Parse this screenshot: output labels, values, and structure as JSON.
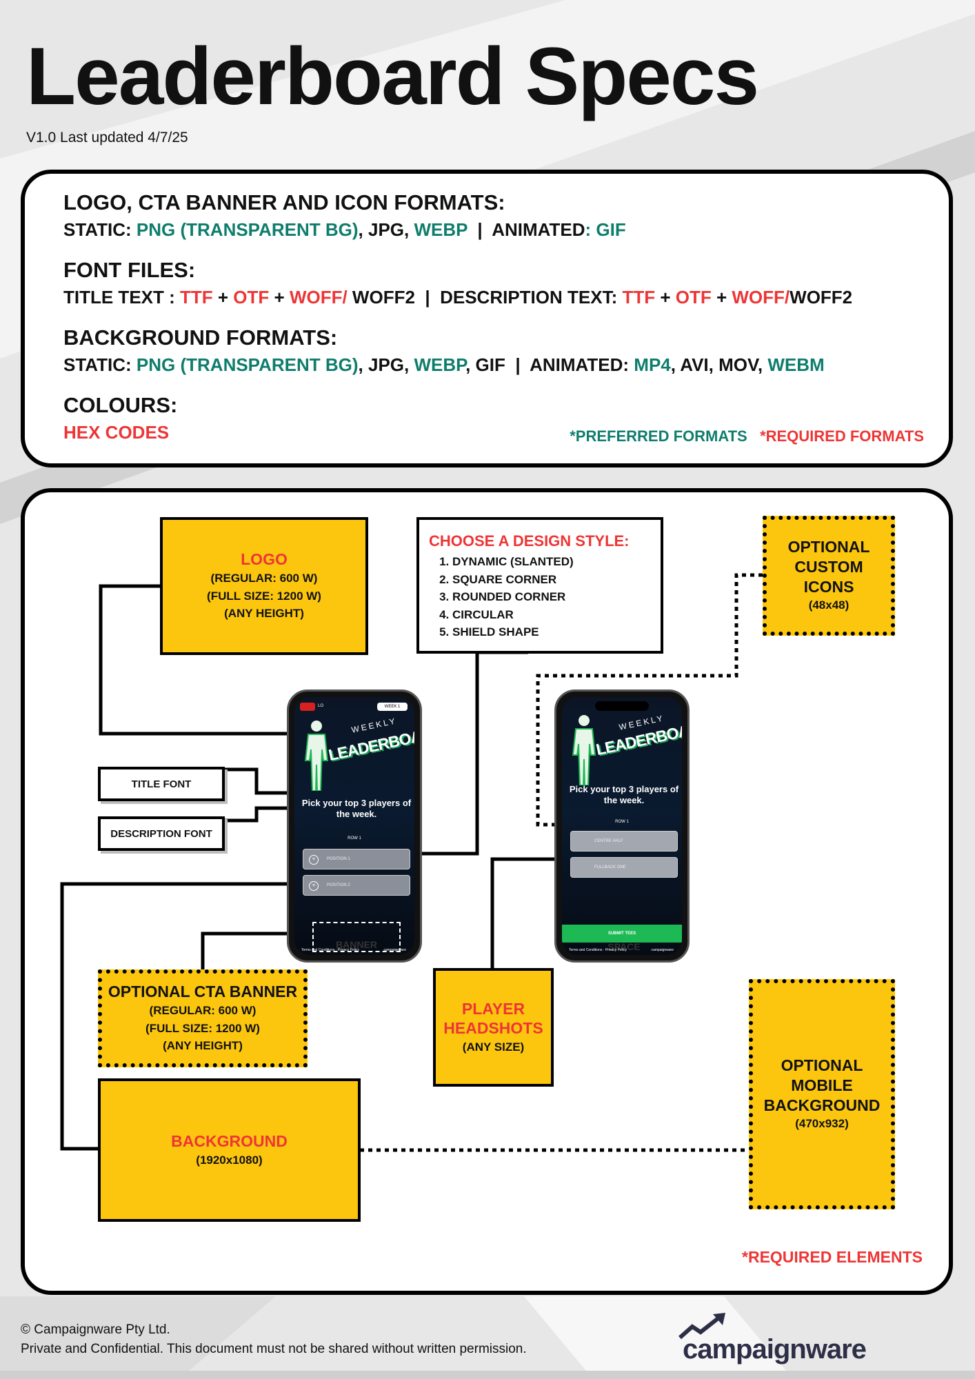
{
  "header": {
    "title": "Leaderboard Specs",
    "version": "V1.0 Last updated 4/7/25"
  },
  "formats": {
    "logo": {
      "heading": "LOGO, CTA BANNER AND ICON FORMATS:",
      "static_label": "STATIC: ",
      "png": "PNG (TRANSPARENT BG)",
      "sep1": ", JPG, ",
      "webp": "WEBP",
      "divider": "  |  ",
      "animated_label": "ANIMATED",
      "gif": ": GIF"
    },
    "fonts": {
      "heading": "FONT FILES:",
      "title_label": "TITLE TEXT : ",
      "ttf": "TTF",
      "plus": " + ",
      "otf": "OTF",
      "woff": "WOFF/",
      "woff2": " WOFF2",
      "divider": "  |  ",
      "desc_label": "DESCRIPTION TEXT: ",
      "woff2b": "WOFF2"
    },
    "background": {
      "heading": "BACKGROUND FORMATS:",
      "static_label": "STATIC: ",
      "png": "PNG (TRANSPARENT BG)",
      "jpg": ", JPG, ",
      "webp": "WEBP",
      "gif": ", GIF",
      "divider": "  |  ",
      "animated_label": "ANIMATED: ",
      "mp4": "MP4",
      "avi_mov": ", AVI, MOV, ",
      "webm": "WEBM"
    },
    "colours": {
      "heading": "COLOURS:",
      "hex": "HEX CODES"
    },
    "legend": {
      "preferred": "*PREFERRED FORMATS",
      "required": "*REQUIRED FORMATS"
    }
  },
  "diagram": {
    "logo": {
      "heading": "LOGO",
      "lines": [
        "(REGULAR: 600 W)",
        "(FULL SIZE: 1200 W)",
        "(ANY HEIGHT)"
      ]
    },
    "design_style": {
      "heading": "CHOOSE A DESIGN STYLE:",
      "items": [
        "DYNAMIC (SLANTED)",
        "SQUARE CORNER",
        "ROUNDED CORNER",
        "CIRCULAR",
        "SHIELD SHAPE"
      ]
    },
    "custom_icons": {
      "heading": "OPTIONAL CUSTOM ICONS",
      "size": "(48x48)"
    },
    "title_font": "TITLE FONT",
    "description_font": "DESCRIPTION FONT",
    "cta_banner": {
      "heading": "OPTIONAL CTA BANNER",
      "lines": [
        "(REGULAR: 600 W)",
        "(FULL SIZE: 1200 W)",
        "(ANY HEIGHT)"
      ]
    },
    "player_headshots": {
      "heading": "PLAYER HEADSHOTS",
      "size": "(ANY SIZE)"
    },
    "background": {
      "heading": "BACKGROUND",
      "size": "(1920x1080)"
    },
    "mobile_background": {
      "heading": "OPTIONAL MOBILE BACKGROUND",
      "size": "(470x932)"
    },
    "required_note": "*REQUIRED ELEMENTS",
    "phone_left": {
      "week": "WEEK 1",
      "weekly": "WEEKLY",
      "leaderboard": "LEADERBOARD",
      "pick": "Pick your top 3 players of the week.",
      "row": "ROW 1",
      "positions": [
        "POSITION 1",
        "POSITION 2"
      ],
      "banner": "BANNER",
      "footer": "Terms and Conditions · Privacy Policy",
      "brand": "campaignware"
    },
    "phone_right": {
      "weekly": "WEEKLY",
      "leaderboard": "LEADERBOARD",
      "pick": "Pick your top 3 players of the week.",
      "row": "ROW 1",
      "positions": [
        "CENTRE HALF",
        "FULLBACK ONE"
      ],
      "submit": "SUBMIT TEES",
      "space": "SPACE",
      "footer": "Terms and Conditions · Privacy Policy",
      "brand": "campaignware"
    }
  },
  "footer": {
    "copyright": "© Campaignware Pty Ltd.",
    "confidential": "Private and Confidential.  This document must not be shared without written permission.",
    "brand": "campaignware"
  },
  "colors": {
    "yellow": "#fcc60f",
    "teal": "#0e7d6c",
    "red": "#ee3535",
    "brand_navy": "#2d2f47"
  }
}
